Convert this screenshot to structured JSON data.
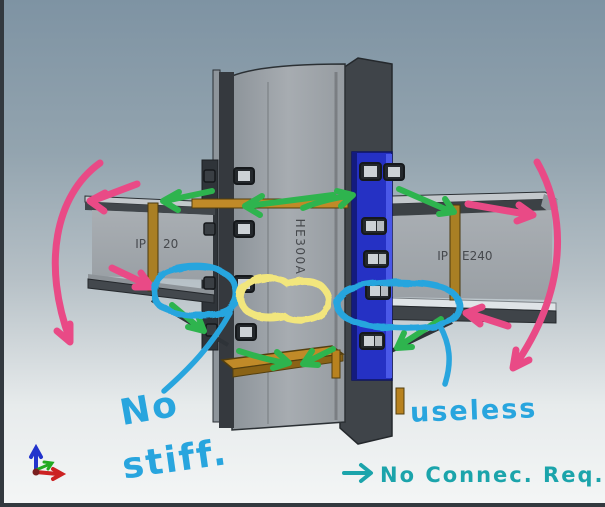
{
  "model_labels": {
    "column": "HE300A",
    "left_beam": {
      "prefix": "IP",
      "suffix": "20"
    },
    "right_beam": {
      "prefix": "IP",
      "suffix": "E240"
    }
  },
  "annotations": {
    "no_stiff": {
      "line1": "No",
      "line2": "stiff."
    },
    "useless": "useless",
    "no_connec": "No Connec. Req."
  },
  "colors": {
    "pink": "#e94a86",
    "green": "#2eb44e",
    "cyan": "#28a5de",
    "yellow": "#f2e67d",
    "teal": "#1ba4ab",
    "plate_blue": "#2531c4",
    "stiffener_orange": "#c08a28",
    "axis_x": "#cc2222",
    "axis_y": "#22aa22",
    "axis_z": "#2233cc"
  }
}
